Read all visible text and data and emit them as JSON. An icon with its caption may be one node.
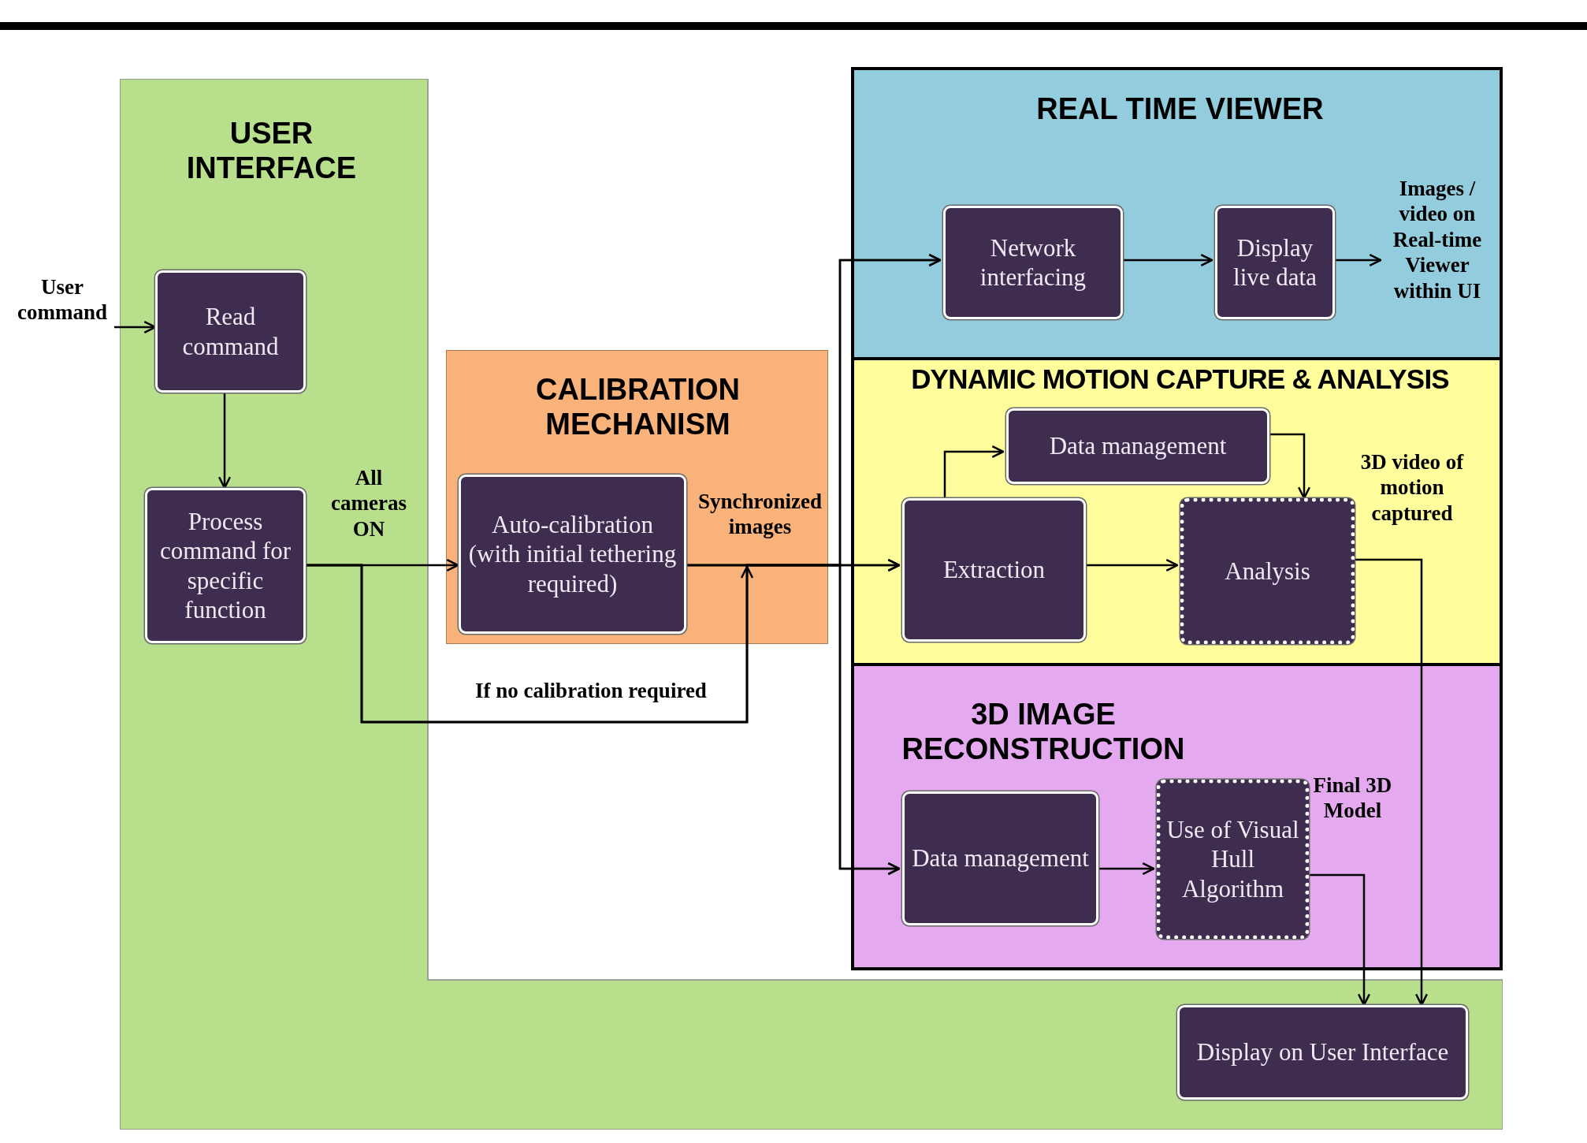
{
  "diagram": {
    "nodes": [
      {
        "text": [
          "USER INTERFACE"
        ]
      },
      {
        "text": [
          "User command"
        ]
      },
      {
        "text": [
          "Read command"
        ],
        "in": 0
      },
      {
        "text": [
          "Process command for specific function"
        ],
        "in": 0
      },
      {
        "text": [
          "CALIBRATION MECHANISM"
        ]
      },
      {
        "text": [
          "Auto-calibration (with initial tethering required)"
        ],
        "in": 4
      },
      {
        "text": [
          "REAL TIME VIEWER"
        ]
      },
      {
        "text": [
          "Network interfacing"
        ],
        "in": 6
      },
      {
        "text": [
          "Display live data"
        ],
        "in": 6
      },
      {
        "text": [
          "Images / video on Real-time Viewer within UI"
        ],
        "in": 6
      },
      {
        "text": [
          "DYNAMIC MOTION CAPTURE & ANALYSIS"
        ]
      },
      {
        "text": [
          "Data management"
        ],
        "in": 10
      },
      {
        "text": [
          "Extraction"
        ],
        "in": 10
      },
      {
        "text": [
          "Analysis"
        ],
        "in": 10,
        "beside": [
          "3D video of motion captured"
        ]
      },
      {
        "text": [
          "3D IMAGE RECONSTRUCTION"
        ]
      },
      {
        "text": [
          "Data management"
        ],
        "in": 14
      },
      {
        "text": [
          "Use of Visual Hull Algorithm"
        ],
        "in": 14,
        "beside": [
          "Final 3D Model"
        ]
      },
      {
        "text": [
          "Display on User Interface"
        ],
        "in": 0
      }
    ],
    "edges": [
      {
        "from": 1,
        "to": 2,
        "arrow": "to"
      },
      {
        "from": 2,
        "to": 3,
        "arrow": "to"
      },
      {
        "from": 3,
        "to": 5,
        "arrow": "to",
        "label": "All cameras ON"
      },
      {
        "from": 5,
        "to": 7,
        "arrow": "to"
      },
      {
        "from": 5,
        "to": 12,
        "arrow": "to",
        "label": "Synchronized images"
      },
      {
        "from": 5,
        "to": 15,
        "arrow": "to"
      },
      {
        "from": 3,
        "to": 7,
        "arrow": "to"
      },
      {
        "from": 3,
        "to": 12,
        "arrow": "to",
        "label": "If no calibration required"
      },
      {
        "from": 3,
        "to": 15,
        "arrow": "to"
      },
      {
        "from": 7,
        "to": 8,
        "arrow": "to"
      },
      {
        "from": 8,
        "to": 9,
        "arrow": "to"
      },
      {
        "from": 12,
        "to": 11,
        "arrow": "to"
      },
      {
        "from": 11,
        "to": 13,
        "arrow": "to"
      },
      {
        "from": 12,
        "to": 13,
        "arrow": "to"
      },
      {
        "from": 13,
        "to": 17,
        "arrow": "to"
      },
      {
        "from": 15,
        "to": 16,
        "arrow": "to"
      },
      {
        "from": 16,
        "to": 17,
        "arrow": "to"
      }
    ]
  }
}
